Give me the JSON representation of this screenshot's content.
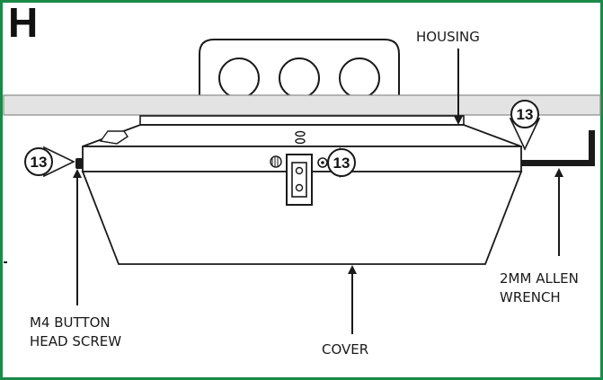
{
  "step_letter": "H",
  "labels": {
    "housing": "HOUSING",
    "allen_wrench_line1": "2MM ALLEN",
    "allen_wrench_line2": "WRENCH",
    "screw_line1": "M4 BUTTON",
    "screw_line2": "HEAD SCREW",
    "cover": "COVER"
  },
  "callouts": {
    "left_screw": "13",
    "front_screw": "13",
    "wrench": "13"
  },
  "colors": {
    "border": "#1a8a48",
    "ceiling": "#e3e3e3",
    "line": "#1a1a1a"
  }
}
